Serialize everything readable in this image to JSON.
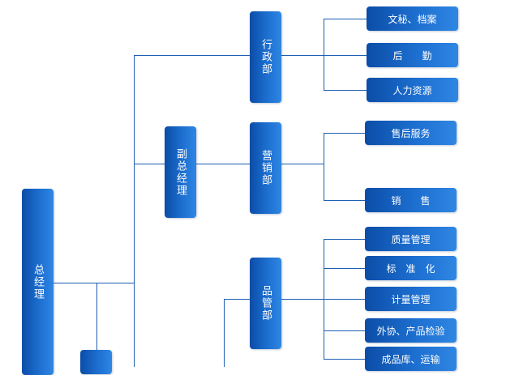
{
  "org_chart": {
    "root": {
      "label": "总经理"
    },
    "deputy": {
      "label": "副总经理"
    },
    "departments": [
      {
        "label": "行政部",
        "units": [
          "文秘、档案",
          "后　　勤",
          "人力资源"
        ]
      },
      {
        "label": "营销部",
        "units": [
          "售后服务",
          "销　　售"
        ]
      },
      {
        "label": "品管部",
        "units": [
          "质量管理",
          "标　准　化",
          "计量管理",
          "外协、产品检验",
          "成品库、运输"
        ]
      }
    ],
    "unlabeled_box": {
      "label": ""
    },
    "colors": {
      "box": "#1d6fd0",
      "box_dark": "#0b4da7",
      "line": "#1d5fb3",
      "text": "#ffffff"
    }
  }
}
